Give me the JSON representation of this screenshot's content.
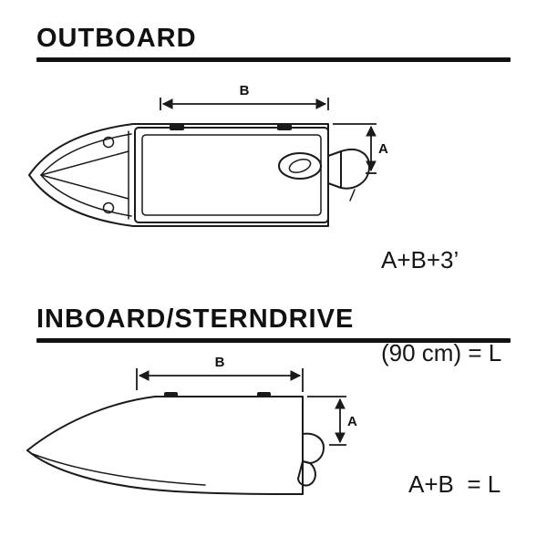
{
  "page": {
    "background": "#ffffff",
    "line_color": "#1a1a1a"
  },
  "outboard": {
    "title": "OUTBOARD",
    "dim_b_label": "B",
    "dim_a_label": "A",
    "formula_line1": "A+B+3’",
    "formula_line2": "(90 cm) = L"
  },
  "inboard": {
    "title": "INBOARD/STERNDRIVE",
    "dim_b_label": "B",
    "dim_a_label": "A",
    "formula": "A+B  = L"
  }
}
